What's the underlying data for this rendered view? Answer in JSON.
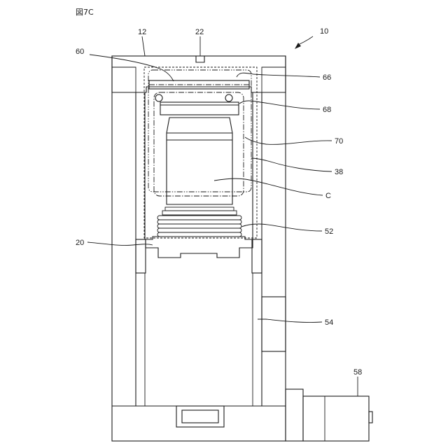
{
  "figure": {
    "title": "図7C"
  },
  "labels": {
    "l10": "10",
    "l12": "12",
    "l22": "22",
    "l60": "60",
    "l66": "66",
    "l68": "68",
    "l70": "70",
    "l38": "38",
    "lC": "C",
    "l52": "52",
    "l20": "20",
    "l54": "54",
    "l58": "58"
  }
}
